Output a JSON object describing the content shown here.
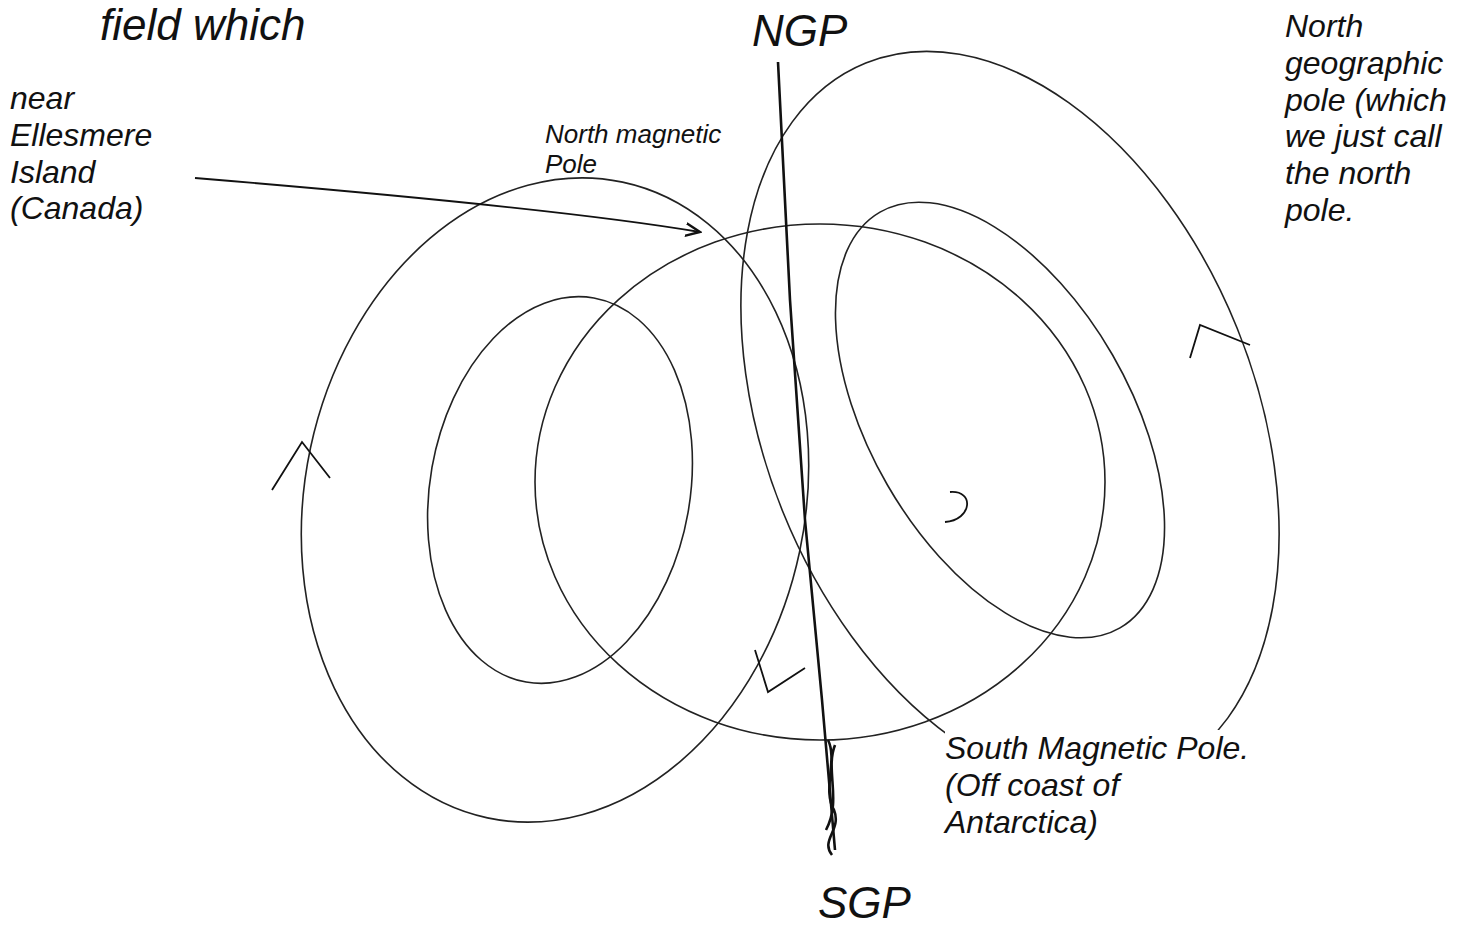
{
  "diagram": {
    "labels": [
      "field which",
      "NGP",
      "North geographic pole (which we just call the north pole.",
      "near Ellesmere Island (Canada)",
      "North magnetic Pole",
      "South Magnetic Pole. (Off coast of Antarctica)",
      "SGP"
    ]
  }
}
